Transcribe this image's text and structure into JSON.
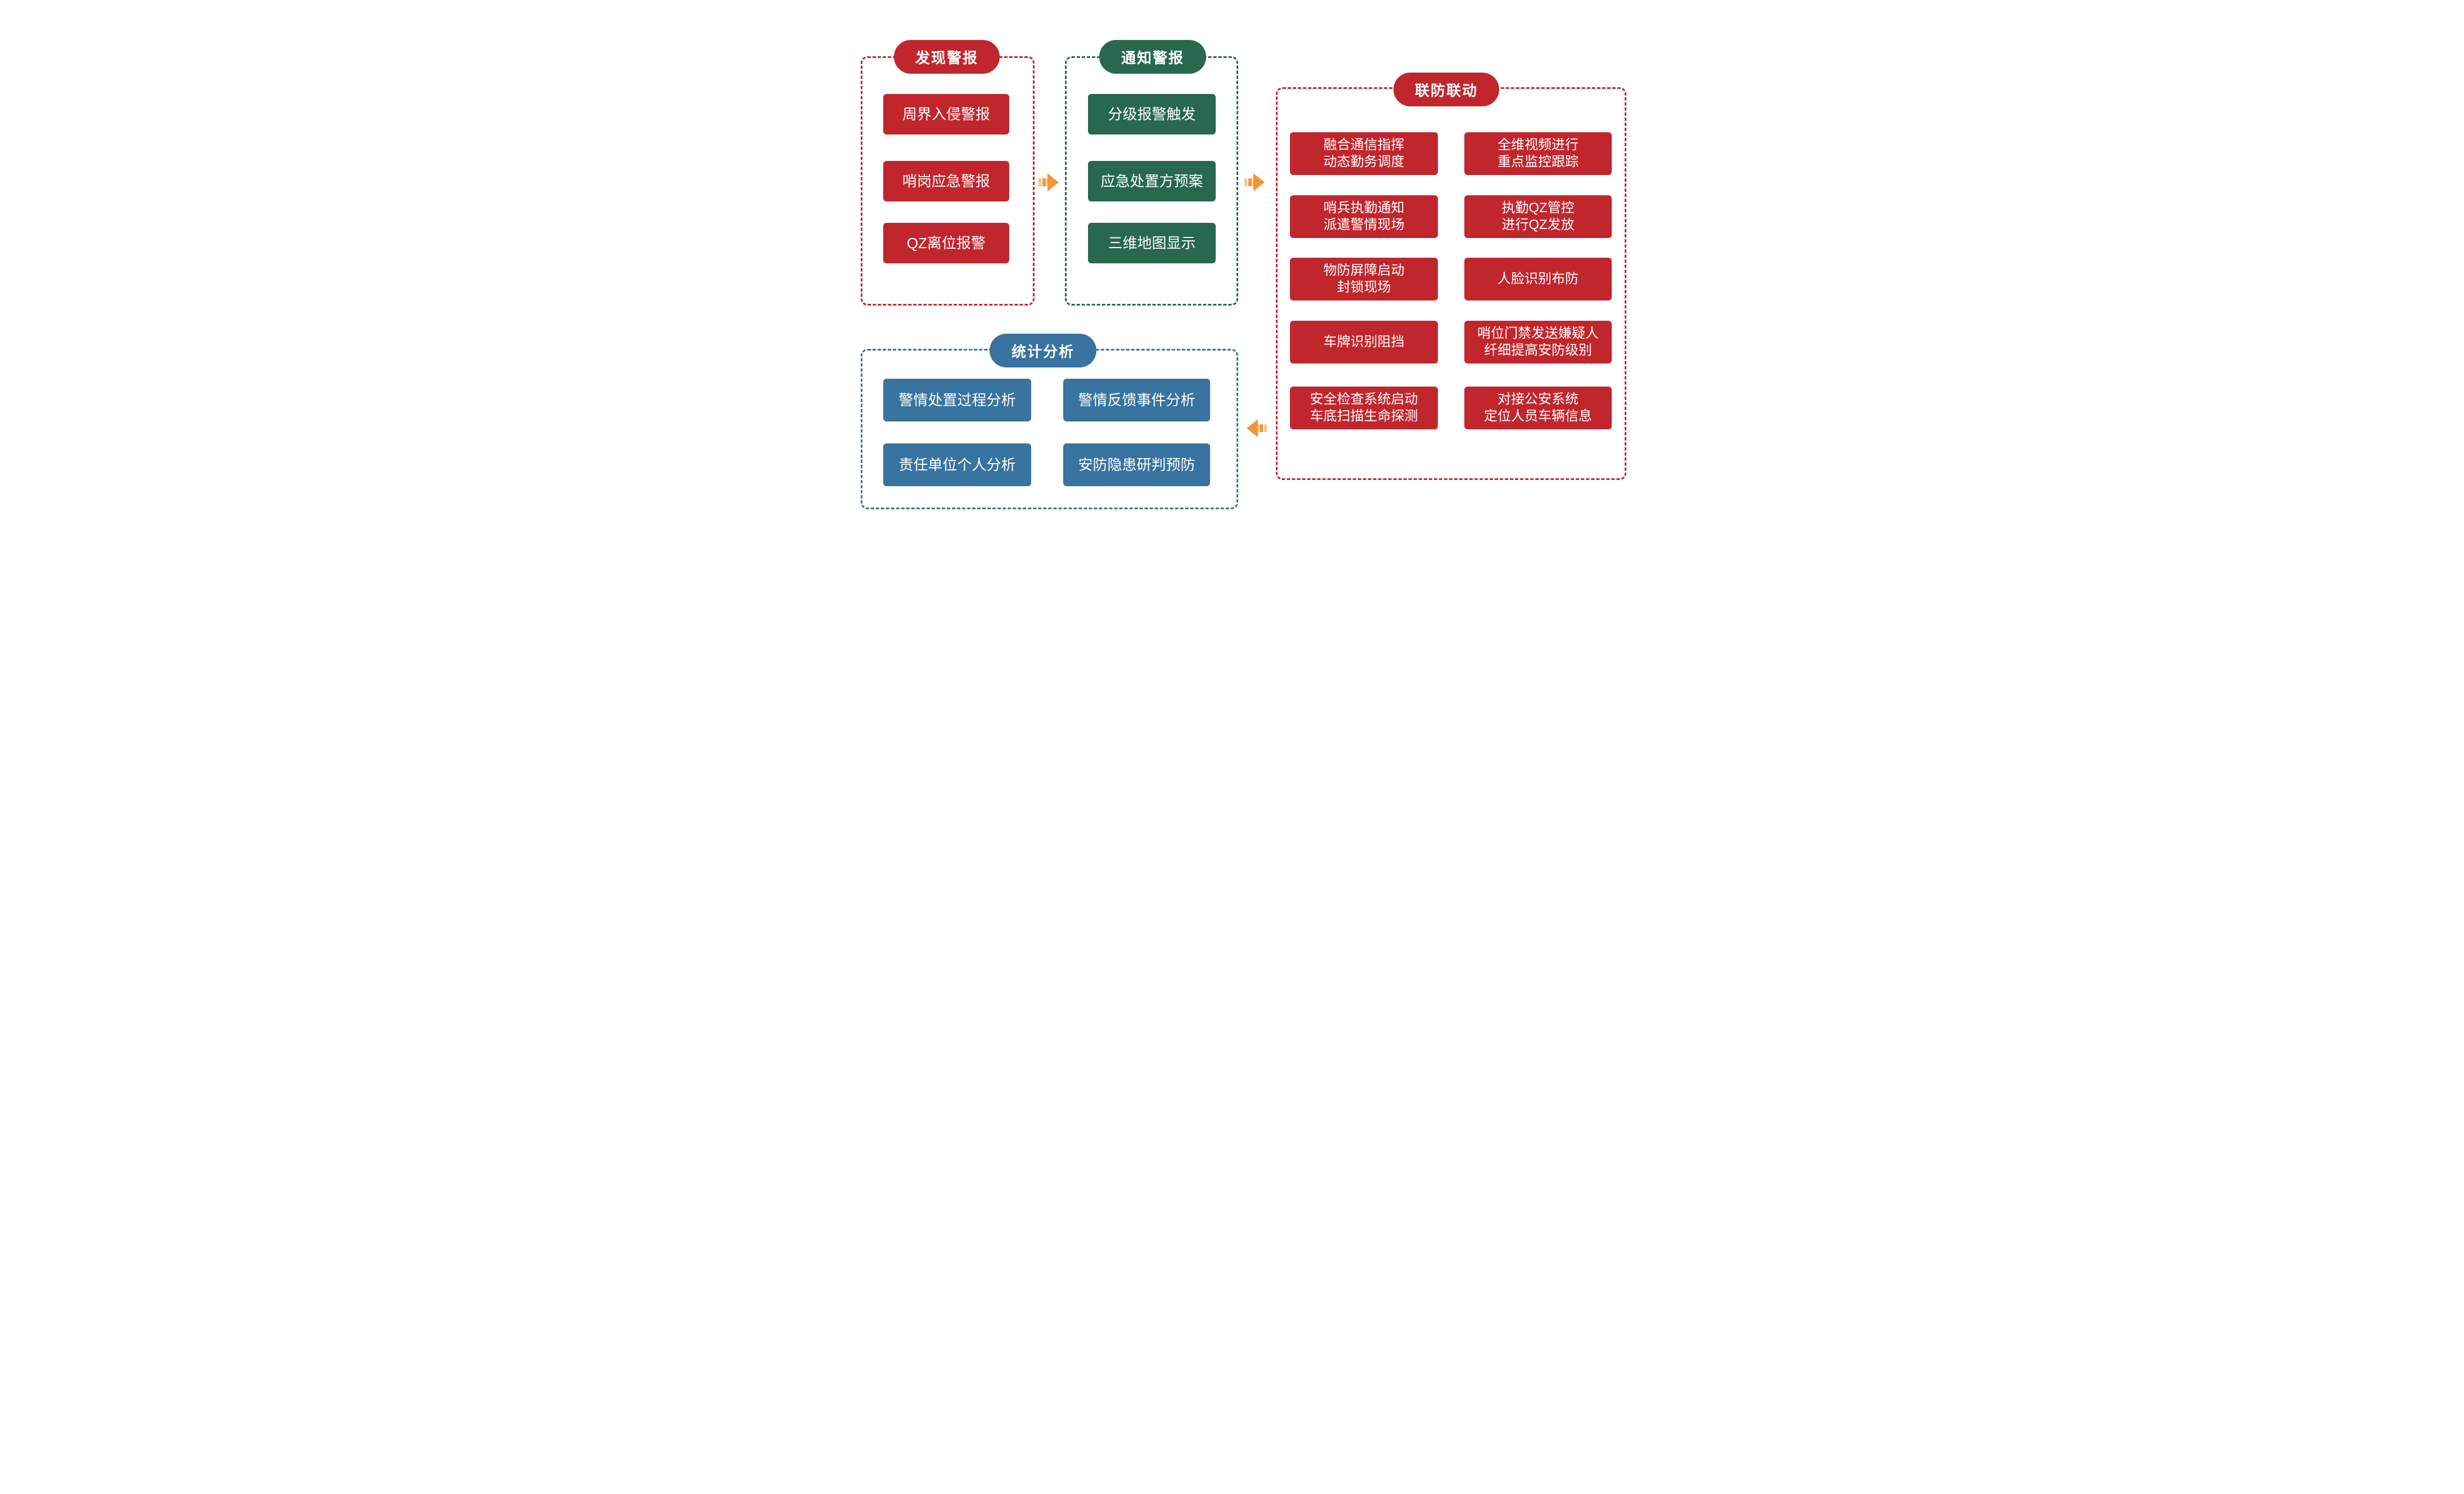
{
  "palette": {
    "red": "#C1262D",
    "green": "#27684F",
    "blue": "#39739F",
    "orange": "#F0953B",
    "orange_light": "#F9C58D",
    "background": "#FFFFFF"
  },
  "groups": {
    "discover": {
      "title": "发现警报",
      "items": [
        "周界入侵警报",
        "哨岗应急警报",
        "QZ离位报警"
      ]
    },
    "notify": {
      "title": "通知警报",
      "items": [
        "分级报警触发",
        "应急处置方预案",
        "三维地图显示"
      ]
    },
    "joint": {
      "title": "联防联动",
      "left": [
        "融合通信指挥\n动态勤务调度",
        "哨兵执勤通知\n派遣警情现场",
        "物防屏障启动\n封锁现场",
        "车牌识别阻挡",
        "安全检查系统启动\n车底扫描生命探测"
      ],
      "right": [
        "全维视频进行\n重点监控跟踪",
        "执勤QZ管控\n进行QZ发放",
        "人脸识别布防",
        "哨位门禁发送嫌疑人\n纤细提高安防级别",
        "对接公安系统\n定位人员车辆信息"
      ]
    },
    "stats": {
      "title": "统计分析",
      "left": [
        "警情处置过程分析",
        "责任单位个人分析"
      ],
      "right": [
        "警情反馈事件分析",
        "安防隐患研判预防"
      ]
    }
  },
  "arrows": [
    {
      "name": "discover-to-notify",
      "direction": "right"
    },
    {
      "name": "notify-to-joint",
      "direction": "right"
    },
    {
      "name": "joint-to-stats",
      "direction": "left"
    }
  ]
}
